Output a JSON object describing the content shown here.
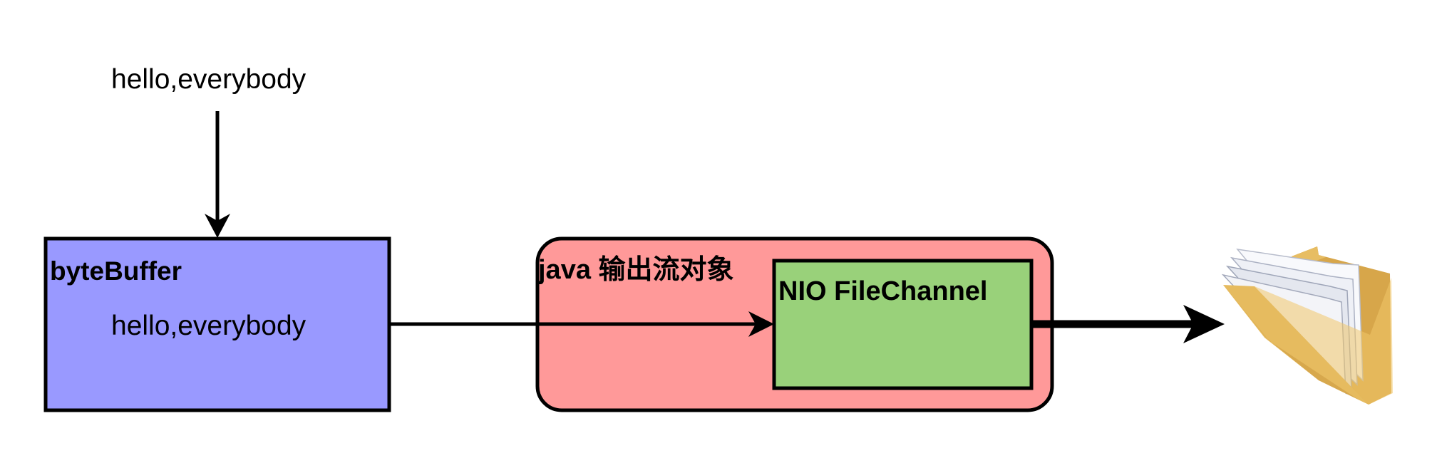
{
  "input": {
    "text": "hello,everybody"
  },
  "byte_buffer": {
    "title": "byteBuffer",
    "content": "hello,everybody",
    "fill_color": "#9999ff"
  },
  "output_stream": {
    "title": "java 输出流对象",
    "fill_color": "#ff9999"
  },
  "file_channel": {
    "title": "NIO FileChannel",
    "fill_color": "#99d17a"
  },
  "file_target": {
    "icon": "folder-with-documents-icon"
  }
}
